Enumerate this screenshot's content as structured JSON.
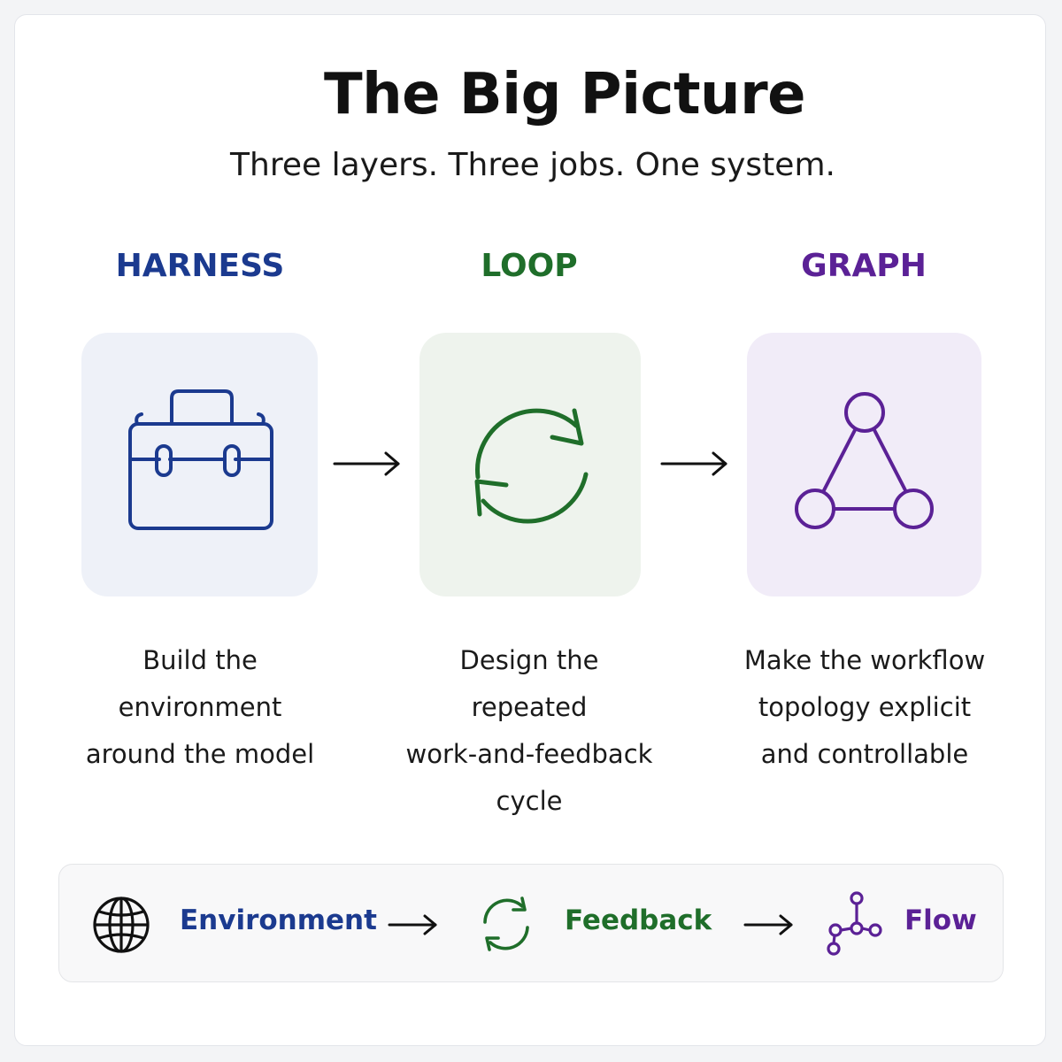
{
  "title": "The Big Picture",
  "subtitle": "Three layers. Three jobs. One system.",
  "layers": [
    {
      "name": "HARNESS",
      "icon": "briefcase-icon",
      "color": "#1b3a8f",
      "tile_bg": "#eef1f8",
      "description": [
        "Build the",
        "environment",
        "around the model"
      ]
    },
    {
      "name": "LOOP",
      "icon": "refresh-cycle-icon",
      "color": "#1f6e2a",
      "tile_bg": "#eef3ed",
      "description": [
        "Design the",
        "repeated",
        "work-and-feedback",
        "cycle"
      ]
    },
    {
      "name": "GRAPH",
      "icon": "triangle-graph-icon",
      "color": "#5b2196",
      "tile_bg": "#f1ecf8",
      "description": [
        "Make the workflow",
        "topology explicit",
        "and controllable"
      ]
    }
  ],
  "summary": [
    {
      "label": "Environment",
      "icon": "globe-icon",
      "color": "#1b3a8f"
    },
    {
      "label": "Feedback",
      "icon": "refresh-cycle-icon",
      "color": "#1f6e2a"
    },
    {
      "label": "Flow",
      "icon": "branch-nodes-icon",
      "color": "#5b2196"
    }
  ],
  "arrow_color": "#111111",
  "globe_color": "#111111"
}
